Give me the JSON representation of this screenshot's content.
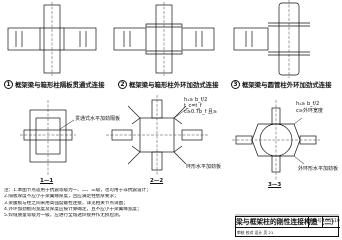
{
  "captions": [
    {
      "num": "1",
      "text": "框架梁与箱形柱隔板贯通式连接"
    },
    {
      "num": "2",
      "text": "框架梁与箱形柱外环加劲式连接"
    },
    {
      "num": "3",
      "text": "框架梁与圆管柱外环加劲式连接"
    }
  ],
  "annotations": {
    "a1": "贯通式水平加劲隔板",
    "a2": "h₁≥ b_f/2",
    "a3": "t_c=t_f",
    "a4": "c≥0.7b_f 且≥",
    "a5": "h₁≥ b_f/2",
    "a6": "c≥外环宽度",
    "a7": "环形水平加劲板",
    "a8": "外环形水平加劲板"
  },
  "sections": {
    "s1": "1—1",
    "s2": "2—2",
    "s3": "3—3"
  },
  "notes": [
    "注：1.本图节点适用于抗震等级为一、二、三级，也可用于非抗震设计；",
    "  2.隔板厚度不应小于梁翼缘厚度，且应满足柱壁厚要求；",
    "  3.梁腹板与柱之间采用高强度螺栓连接，详见相关节点详图；",
    "  4.外环加劲板的宽度及厚度应按计算确定，且不应小于梁翼缘宽度；",
    "  5.焊缝质量等级为一级，应进行全熔透焊接并作无损检测。"
  ],
  "title_block": {
    "title": "梁与框架柱的刚性连接构造（二）",
    "atlas_label": "图集号",
    "atlas_no": "16G519",
    "row": "审核 校对 设计 页 21"
  }
}
